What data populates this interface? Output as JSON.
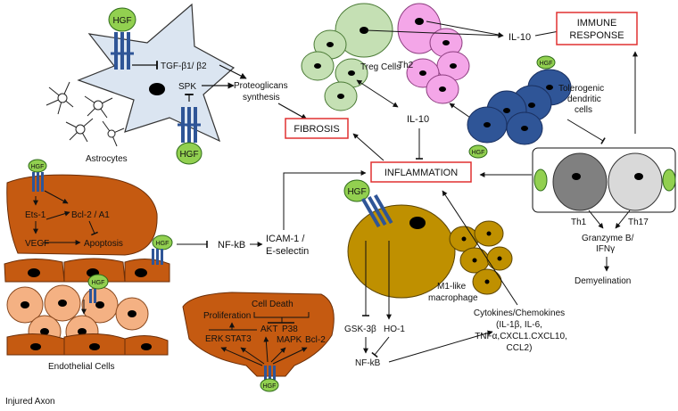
{
  "labels": {
    "hgf": "HGF",
    "tgf": "TGF-β1/ β2",
    "spk": "SPK",
    "proteoglycans_1": "Proteoglicans",
    "proteoglycans_2": "synthesis",
    "astrocytes": "Astrocytes",
    "ets1": "Ets-1",
    "bcl2_a1": "Bcl-2 / A1",
    "vegf": "VEGF",
    "apoptosis": "Apoptosis",
    "nfkb": "NF-kB",
    "icam_1": "ICAM-1 /",
    "icam_2": "E-selectin",
    "endothelial": "Endothelial Cells",
    "injured_axon": "Injured Axon",
    "treg": "Treg Cells",
    "th2": "Th2",
    "il10_top": "IL-10",
    "il10_mid": "IL-10",
    "immune_1": "IMMUNE",
    "immune_2": "RESPONSE",
    "tolerogenic_1": "Tolerogenic",
    "tolerogenic_2": "dendritic",
    "tolerogenic_3": "cells",
    "fibrosis": "FIBROSIS",
    "inflammation": "INFLAMMATION",
    "th1": "Th1",
    "th17": "Th17",
    "granzyme_1": "Granzyme B/",
    "granzyme_2": "IFNγ",
    "demyelination": "Demyelination",
    "m1_1": "M1-like",
    "m1_2": "macrophage",
    "cytokines_1": "Cytokines/Chemokines",
    "cytokines_2": "(IL-1β, IL-6,",
    "cytokines_3": "TNFα,CXCL1.CXCL10,",
    "cytokines_4": "CCL2)",
    "gsk3b": "GSK-3β",
    "ho1": "HO-1",
    "nfkb_bottom": "NF-kB",
    "cell_death": "Cell Death",
    "proliferation": "Proliferation",
    "erk": "ERK",
    "stat3": "STAT3",
    "akt": "AKT",
    "p38": "P38",
    "mapk": "MAPK",
    "bcl2": "Bcl-2"
  },
  "colors": {
    "astrocyte_fill": "#dbe5f1",
    "endothelial": "#c55a11",
    "endo_light": "#f4b183",
    "treg": "#c5e0b4",
    "th2": "#f4a6e8",
    "dendritic": "#2f5597",
    "macrophage": "#bf9000",
    "th1": "#808080",
    "th17": "#d9d9d9",
    "hgf": "#92d050",
    "receptor": "#2f5597",
    "box_border": "#e03030"
  }
}
